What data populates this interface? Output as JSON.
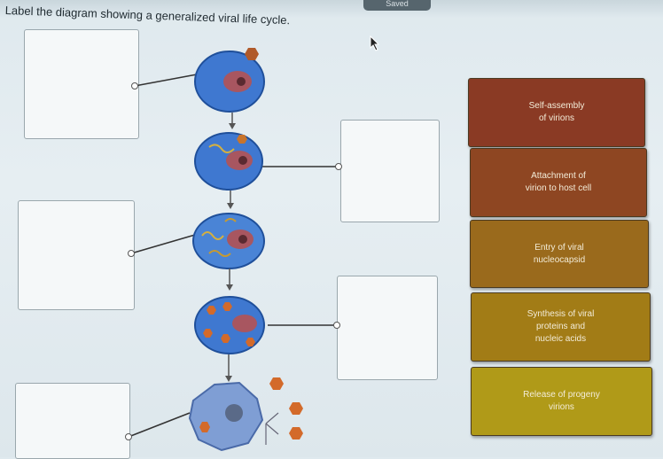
{
  "header": {
    "status_tab": "Saved",
    "instruction": "Label the diagram showing a generalized viral life cycle."
  },
  "labels": [
    {
      "text": "Self-assembly\nof virions",
      "color": "#8a3a24"
    },
    {
      "text": "Attachment of\nvirion to host cell",
      "color": "#8e4622"
    },
    {
      "text": "Entry of viral\nnucleocapsid",
      "color": "#9a6a1c"
    },
    {
      "text": "Synthesis of viral\nproteins and\nnucleic acids",
      "color": "#a27c16"
    },
    {
      "text": "Release of progeny\nvirions",
      "color": "#b09a18"
    }
  ],
  "diagram": {
    "stage_count": 5,
    "cell_color": "#3f78d0",
    "nucleus_color": "#a85660",
    "virion_color": "#d36a2a"
  }
}
